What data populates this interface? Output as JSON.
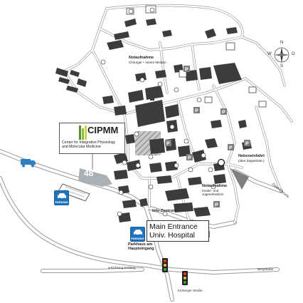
{
  "labels": {
    "notaufnahme_title": "Notaufnahme",
    "notaufnahme_sub": "Chirurgie + Innere Medizin",
    "cipmm_acronym": "CIPMM",
    "cipmm_line1": "Center for Integrative Physiology",
    "cipmm_line2": "and Molecular Medicine",
    "building_number": "48",
    "main_entrance_line1": "Main Entrance",
    "main_entrance_line2": "Univ. Hospital",
    "parking_label": "PARKING",
    "parking_garage_line1": "Parkhaus am",
    "parking_garage_line2": "Haupteingang",
    "info_zentrum": "Info-Zentrum",
    "notaufnahme_kinder_title": "Notaufnahme",
    "notaufnahme_kinder_line1": "Kinder- und",
    "notaufnahme_kinder_line2": "Jugendmedizin",
    "nebeneinfahrt_title": "Nebeneinfahrt",
    "nebeneinfahrt_sub": "(über Zeppelinstr.)",
    "road_kirrberg": "Richtung Kirrberg",
    "road_kirrberger_strasse": "Kirrberger Straße",
    "road_bergstrasse": "Bergstraße",
    "road_zeppelinstrasse": "Zeppelinstraße"
  },
  "compass": {
    "n": "N",
    "s": "S",
    "e": "O",
    "w": "W"
  },
  "colors": {
    "highlight_building": "#9fa6ad",
    "building": "#3c3c3c",
    "road_fill": "#ffffff",
    "road_stroke": "#9a9a9a",
    "parking_blue": "#1f74bf"
  }
}
